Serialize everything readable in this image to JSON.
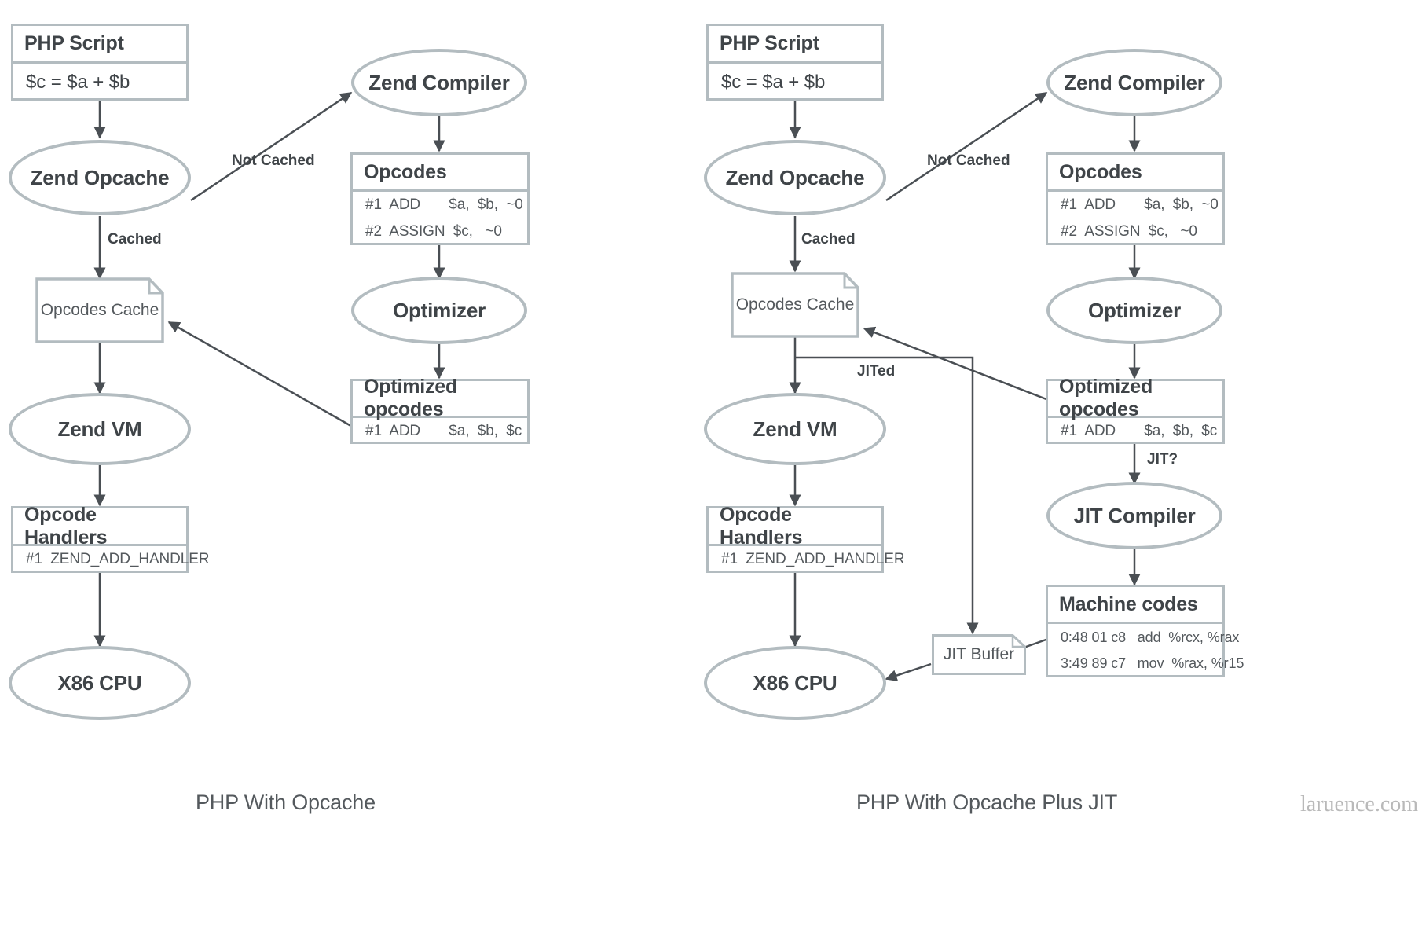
{
  "theme": {
    "node_border": "#b3bcc0",
    "text_dark": "#3f4448",
    "text_mid": "#54595d",
    "edge": "#4a4f54",
    "background": "#ffffff",
    "watermark_color": "#b9b9b9"
  },
  "watermark": "laruence.com",
  "left": {
    "caption": "PHP With Opcache",
    "php_script": {
      "title": "PHP Script",
      "code": "$c = $a + $b"
    },
    "zend_opcache": "Zend Opcache",
    "zend_compiler": "Zend Compiler",
    "opcodes": {
      "title": "Opcodes",
      "lines": [
        "#1  ADD       $a,  $b,  ~0",
        "#2  ASSIGN  $c,   ~0"
      ]
    },
    "optimizer": "Optimizer",
    "optimized_opcodes": {
      "title": "Optimized opcodes",
      "lines": [
        "#1  ADD       $a,  $b,  $c"
      ]
    },
    "opcodes_cache": "Opcodes Cache",
    "zend_vm": "Zend VM",
    "opcode_handlers": {
      "title": "Opcode Handlers",
      "lines": [
        "#1  ZEND_ADD_HANDLER"
      ]
    },
    "x86_cpu": "X86 CPU",
    "labels": {
      "not_cached": "Not Cached",
      "cached": "Cached"
    }
  },
  "right": {
    "caption": "PHP With Opcache Plus JIT",
    "php_script": {
      "title": "PHP Script",
      "code": "$c = $a + $b"
    },
    "zend_opcache": "Zend Opcache",
    "zend_compiler": "Zend Compiler",
    "opcodes": {
      "title": "Opcodes",
      "lines": [
        "#1  ADD       $a,  $b,  ~0",
        "#2  ASSIGN  $c,   ~0"
      ]
    },
    "optimizer": "Optimizer",
    "optimized_opcodes": {
      "title": "Optimized opcodes",
      "lines": [
        "#1  ADD       $a,  $b,  $c"
      ]
    },
    "jit_compiler": "JIT Compiler",
    "machine_codes": {
      "title": "Machine codes",
      "lines": [
        "0:48 01 c8   add  %rcx, %rax",
        "3:49 89 c7   mov  %rax, %r15"
      ]
    },
    "opcodes_cache": "Opcodes Cache",
    "zend_vm": "Zend VM",
    "opcode_handlers": {
      "title": "Opcode Handlers",
      "lines": [
        "#1  ZEND_ADD_HANDLER"
      ]
    },
    "jit_buffer": "JIT Buffer",
    "x86_cpu": "X86 CPU",
    "labels": {
      "not_cached": "Not Cached",
      "cached": "Cached",
      "jited": "JITed",
      "jit_q": "JIT?"
    }
  }
}
